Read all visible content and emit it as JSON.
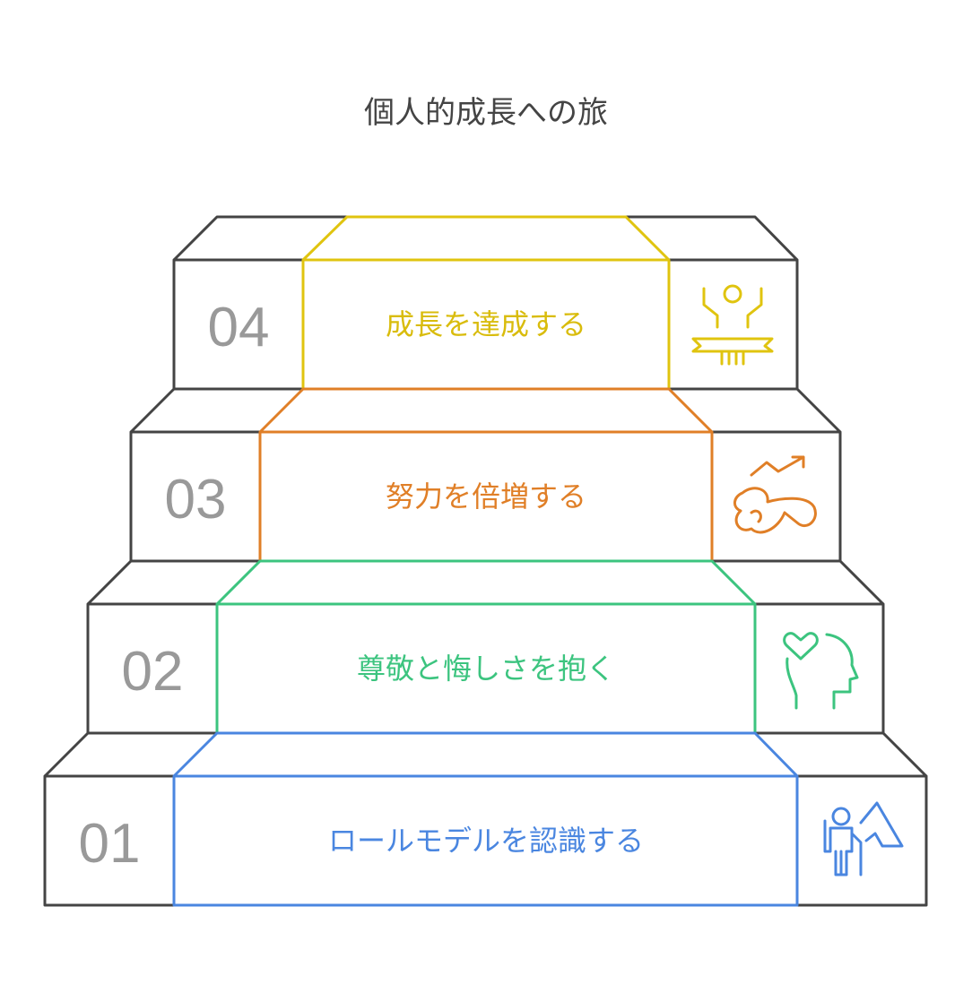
{
  "title": "個人的成長への旅",
  "steps": [
    {
      "number": "01",
      "label": "ロールモデルを認識する",
      "color": "#4A86E0",
      "icon": "hiker-mountain-icon"
    },
    {
      "number": "02",
      "label": "尊敬と悔しさを抱く",
      "color": "#3CC47F",
      "icon": "head-heart-icon"
    },
    {
      "number": "03",
      "label": "努力を倍増する",
      "color": "#E07F27",
      "icon": "growth-effort-icon"
    },
    {
      "number": "04",
      "label": "成長を達成する",
      "color": "#E0C40F",
      "icon": "winner-banner-icon"
    }
  ]
}
